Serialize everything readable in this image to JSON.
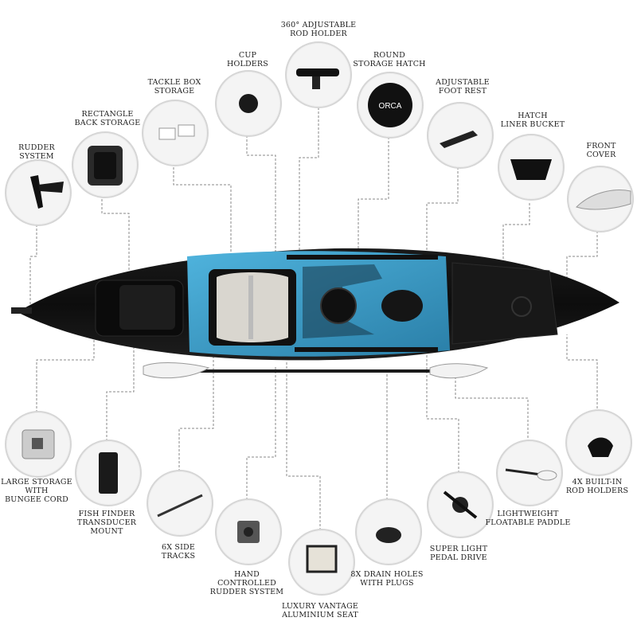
{
  "callouts": [
    {
      "id": "rudder-system",
      "label": "RUDDER\nSYSTEM"
    },
    {
      "id": "rectangle-back-storage",
      "label": "RECTANGLE\nBACK STORAGE"
    },
    {
      "id": "tackle-box-storage",
      "label": "TACKLE BOX\nSTORAGE"
    },
    {
      "id": "cup-holders",
      "label": "CUP\nHOLDERS"
    },
    {
      "id": "rod-holder-360",
      "label": "360° ADJUSTABLE\nROD HOLDER"
    },
    {
      "id": "round-storage-hatch",
      "label": "ROUND\nSTORAGE HATCH"
    },
    {
      "id": "adjustable-foot-rest",
      "label": "ADJUSTABLE\nFOOT REST"
    },
    {
      "id": "hatch-liner-bucket",
      "label": "HATCH\nLINER BUCKET"
    },
    {
      "id": "front-cover",
      "label": "FRONT\nCOVER"
    },
    {
      "id": "large-storage-bungee",
      "label": "LARGE STORAGE\nWITH\nBUNGEE CORD"
    },
    {
      "id": "fish-finder-mount",
      "label": "FISH FINDER\nTRANSDUCER\nMOUNT"
    },
    {
      "id": "side-tracks",
      "label": "6X SIDE\nTRACKS"
    },
    {
      "id": "hand-controlled-rudder",
      "label": "HAND\nCONTROLLED\nRUDDER SYSTEM"
    },
    {
      "id": "aluminium-seat",
      "label": "LUXURY VANTAGE\nALUMINIUM SEAT"
    },
    {
      "id": "drain-holes",
      "label": "8X DRAIN HOLES\nWITH PLUGS"
    },
    {
      "id": "pedal-drive",
      "label": "SUPER LIGHT\nPEDAL DRIVE"
    },
    {
      "id": "floatable-paddle",
      "label": "LIGHTWEIGHT\nFLOATABLE PADDLE"
    },
    {
      "id": "built-in-rod-holders",
      "label": "4X BUILT-IN\nROD HOLDERS"
    }
  ],
  "brand": {
    "logo_text": "ORCA"
  },
  "colors": {
    "kayak_black": "#141414",
    "kayak_blue": "#3a9cc8",
    "line_gray": "#888888",
    "bubble_border": "#d6d6d6"
  }
}
